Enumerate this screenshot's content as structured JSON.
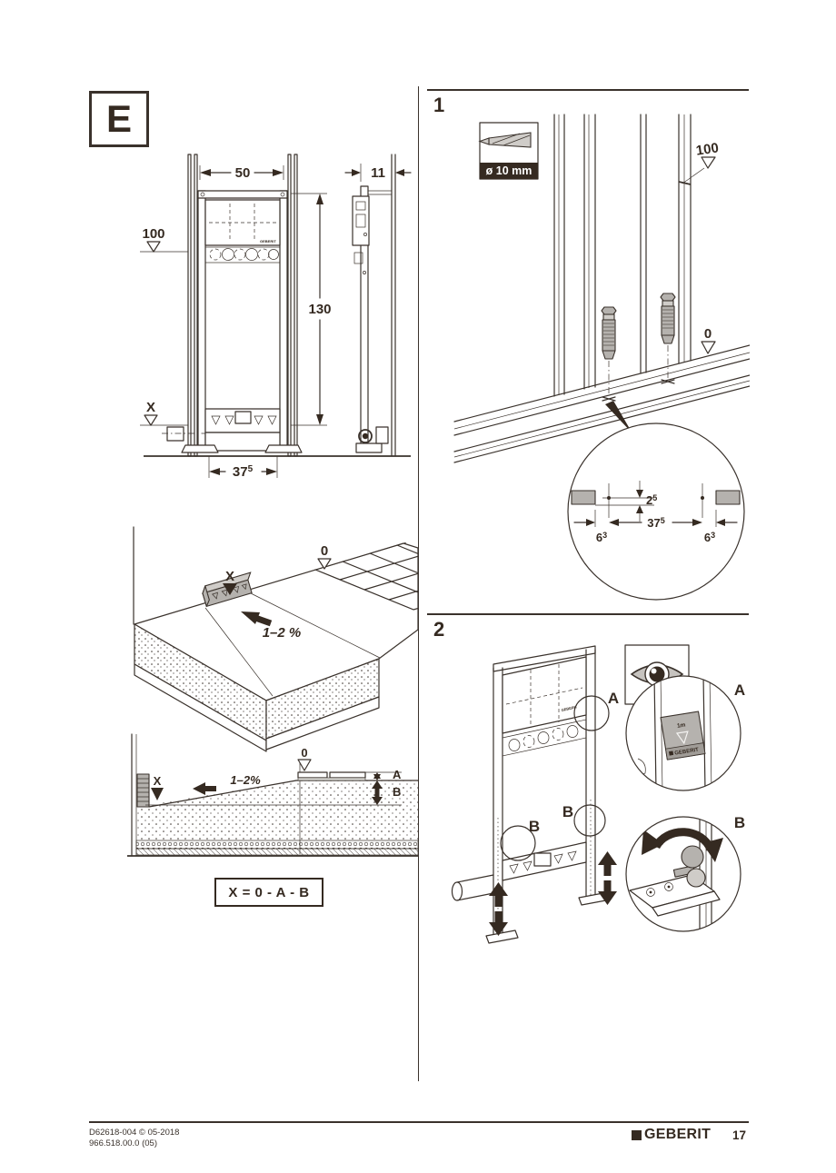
{
  "page": {
    "section_label": "E",
    "footer": {
      "doc_code": "D62618-004 © 05-2018",
      "version": "966.518.00.0 (05)",
      "brand": "GEBERIT",
      "page_number": "17"
    }
  },
  "frame_views": {
    "width_label": "50",
    "depth_label": "11",
    "meter_ref_label": "100",
    "height_label": "130",
    "floor_ref_label": "X",
    "base_width": {
      "main": "37",
      "sup": "5"
    },
    "brand_small": "GEBERIT"
  },
  "floor_iso": {
    "zero_label": "0",
    "x_label": "X",
    "slope_label": "1–2 %"
  },
  "cross_section": {
    "zero_label": "0",
    "x_label": "X",
    "slope_label": "1–2%",
    "tile_label": "A",
    "screed_label": "B",
    "formula": "X = 0 - A - B"
  },
  "step1": {
    "number": "1",
    "drill_size": "ø 10 mm",
    "ref_100": "100",
    "ref_0": "0",
    "detail": {
      "offset_v": {
        "main": "2",
        "sup": "5"
      },
      "spacing": {
        "main": "37",
        "sup": "5"
      },
      "edge_left": {
        "main": "6",
        "sup": "3"
      },
      "edge_right": {
        "main": "6",
        "sup": "3"
      }
    }
  },
  "step2": {
    "number": "2",
    "label_a": "A",
    "label_b": "B",
    "sticker": {
      "meter_mark": "1m",
      "brand": "GEBERIT"
    }
  }
}
